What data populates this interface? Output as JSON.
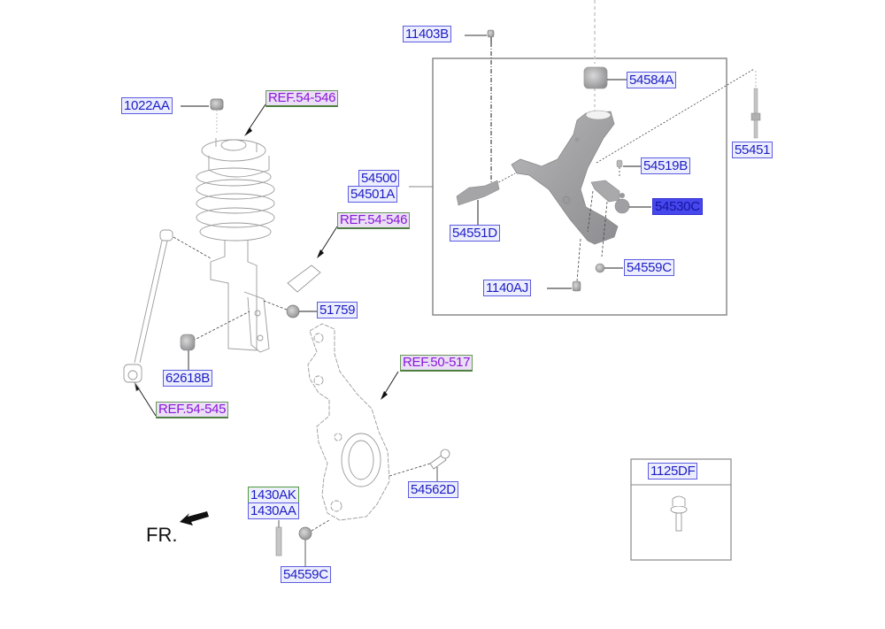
{
  "diagram": {
    "title": "Front Suspension Lower Arm Assembly",
    "direction_label": "FR.",
    "colors": {
      "label_text": "#1d1dc4",
      "label_bg": "#eceefe",
      "label_border": "#5c5ce0",
      "selected_bg": "#4747ee",
      "ref_text": "#8a17d8",
      "ref_border": "#4f7f40"
    },
    "part_labels": {
      "p1022AA": "1022AA",
      "p11403B": "11403B",
      "p54584A": "54584A",
      "p55451": "55451",
      "p54519B": "54519B",
      "p54530C": "54530C",
      "p54500": "54500",
      "p54501A": "54501A",
      "p54551D": "54551D",
      "p54559C_top": "54559C",
      "p1140AJ": "1140AJ",
      "p51759": "51759",
      "p62618B": "62618B",
      "p54562D": "54562D",
      "p1430AK": "1430AK",
      "p1430AA": "1430AA",
      "p54559C_bottom": "54559C",
      "p1125DF": "1125DF"
    },
    "selected_part": "54530C",
    "ref_labels": {
      "ref_strut_top": "REF.54-546",
      "ref_strut_mid": "REF.54-546",
      "ref_knuckle": "REF.50-517",
      "ref_stabilizer": "REF.54-545"
    }
  }
}
